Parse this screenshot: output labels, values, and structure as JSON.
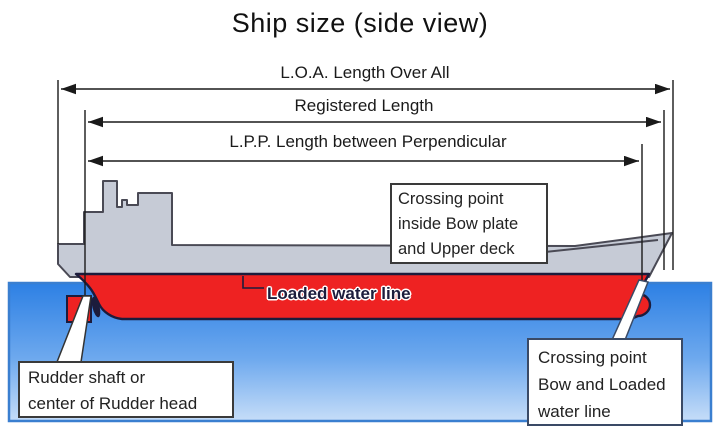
{
  "title": "Ship size (side view)",
  "dimensions": {
    "loa": {
      "label": "L.O.A. Length Over All"
    },
    "registered": {
      "label": "Registered Length"
    },
    "lpp": {
      "label": "L.P.P. Length between Perpendicular"
    }
  },
  "annotations": {
    "waterline": {
      "label": "Loaded water line"
    },
    "bow_deck": {
      "line1": "Crossing point",
      "line2": "inside Bow plate",
      "line3": "and Upper deck"
    },
    "rudder": {
      "line1": "Rudder shaft or",
      "line2": "center of Rudder head"
    },
    "bow_waterline": {
      "line1": "Crossing point",
      "line2": "Bow and Loaded",
      "line3": "water line"
    }
  },
  "colors": {
    "ship_gray": "#c6cbd6",
    "ship_outline": "#4a4a55",
    "hull_red": "#ee2222",
    "hull_outline": "#1c1c3c",
    "water_top": "#2d80e4",
    "water_mid": "#6ea9ee",
    "water_bottom": "#c6ddf8",
    "water_border": "#3a7fd0",
    "ink": "#1a1a1a"
  }
}
